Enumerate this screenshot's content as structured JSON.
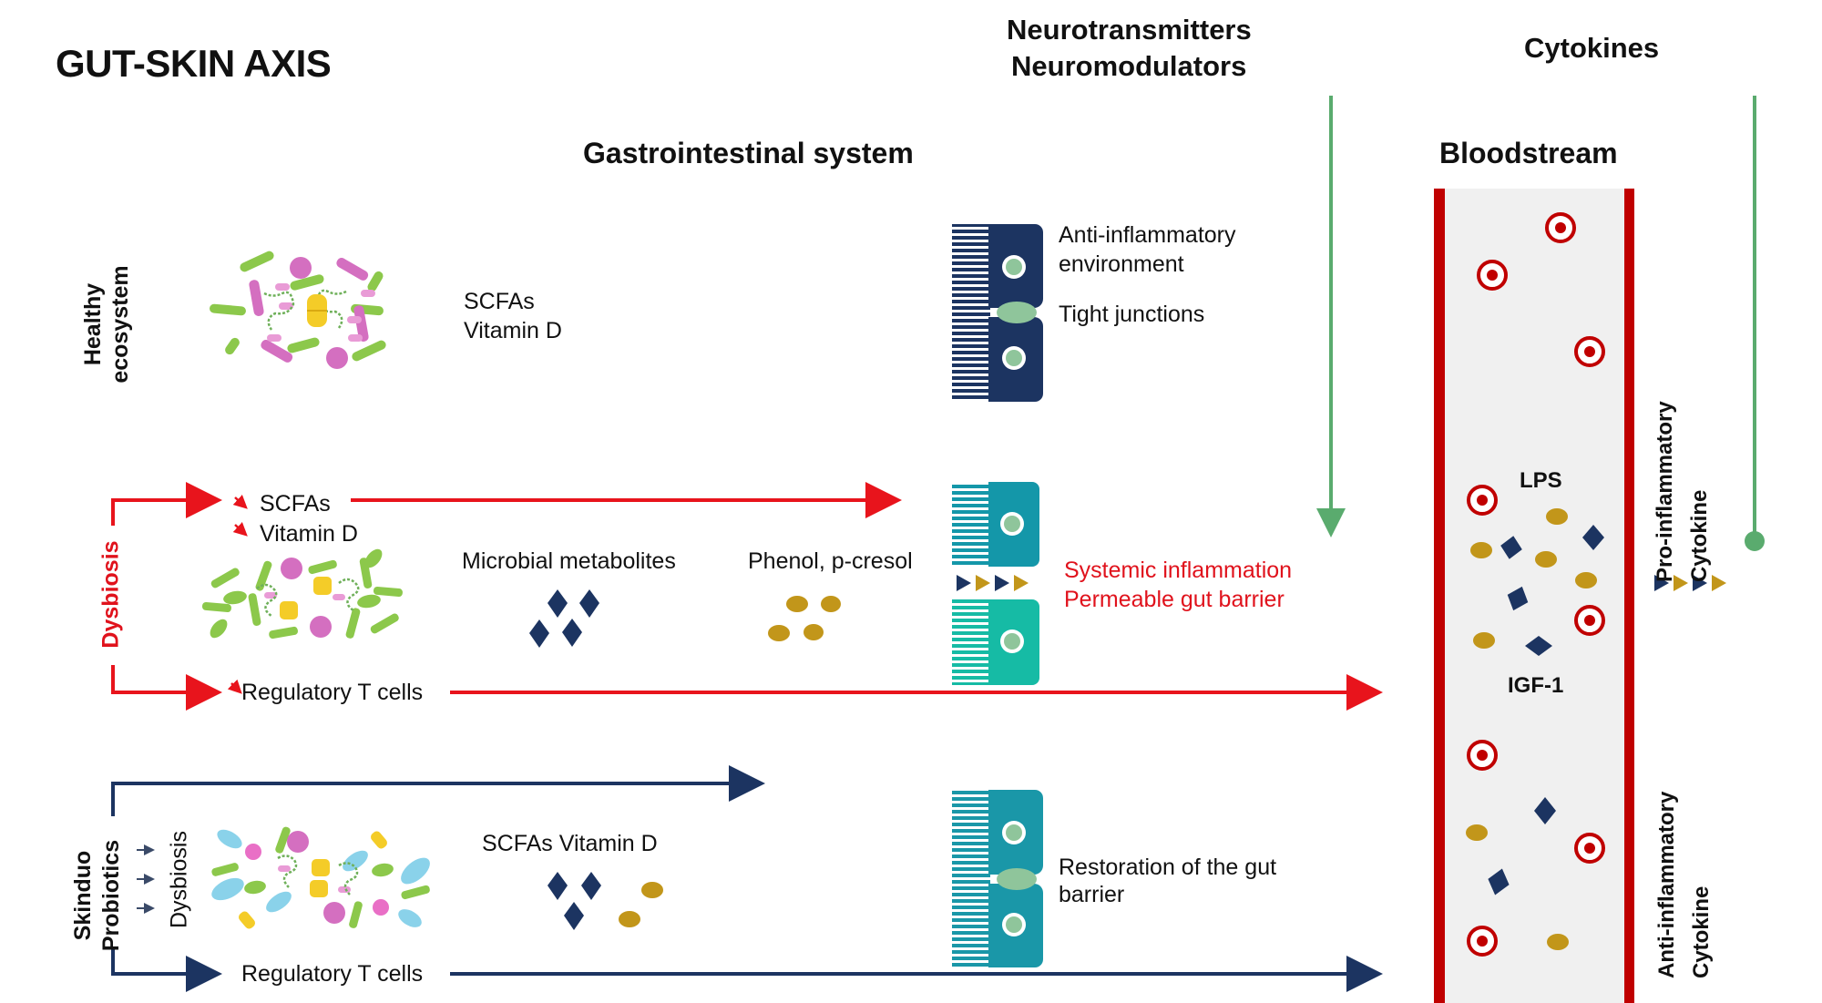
{
  "title": "GUT-SKIN AXIS",
  "headers": {
    "gastrointestinal": "Gastrointestinal  system",
    "neuro_line1": "Neurotransmitters",
    "neuro_line2": "Neuromodulators",
    "cytokines": "Cytokines",
    "bloodstream": "Bloodstream"
  },
  "rows": {
    "healthy": {
      "label_line1": "Healthy",
      "label_line2": "ecosystem",
      "metabolites": [
        "SCFAs",
        "Vitamin D"
      ],
      "epithelium_labels": [
        "Anti-inflammatory",
        "environment",
        "Tight junctions"
      ]
    },
    "dysbiosis": {
      "label": "Dysbiosis",
      "decreased": [
        "SCFAs",
        "Vitamin D"
      ],
      "regulatory": "Regulatory T cells",
      "microbial_metabolites": "Microbial metabolites",
      "phenol": "Phenol, p-cresol",
      "outcome_line1": "Systemic inflammation",
      "outcome_line2": "Permeable  gut barrier"
    },
    "probiotics": {
      "label_line1": "Skinduo",
      "label_line2": "Probiotics",
      "target": "Dysbiosis",
      "metabolites": "SCFAs Vitamin D",
      "regulatory": "Regulatory T cells",
      "outcome_line1": "Restoration of the gut",
      "outcome_line2": "barrier"
    }
  },
  "bloodstream": {
    "lps": "LPS",
    "igf": "IGF-1"
  },
  "cytokine_labels": {
    "pro_line1": "Pro-inflammatory",
    "pro_line2": "Cytokine",
    "anti_line1": "Anti-inflammatory",
    "anti_line2": "Cytokine"
  },
  "colors": {
    "red_arrow": "#e8141c",
    "navy": "#1c3461",
    "green_arrow": "#5aab6e",
    "vessel_wall": "#c00000",
    "vessel_fill": "#f0f0f0",
    "mustard": "#c2961a",
    "cell_healthy": "#1c3461",
    "cell_dysbiosis_top": "#1497a9",
    "cell_dysbiosis_bottom": "#16bba5",
    "cell_probiotic": "#1a97a8",
    "nucleus": "#8fc59b"
  }
}
